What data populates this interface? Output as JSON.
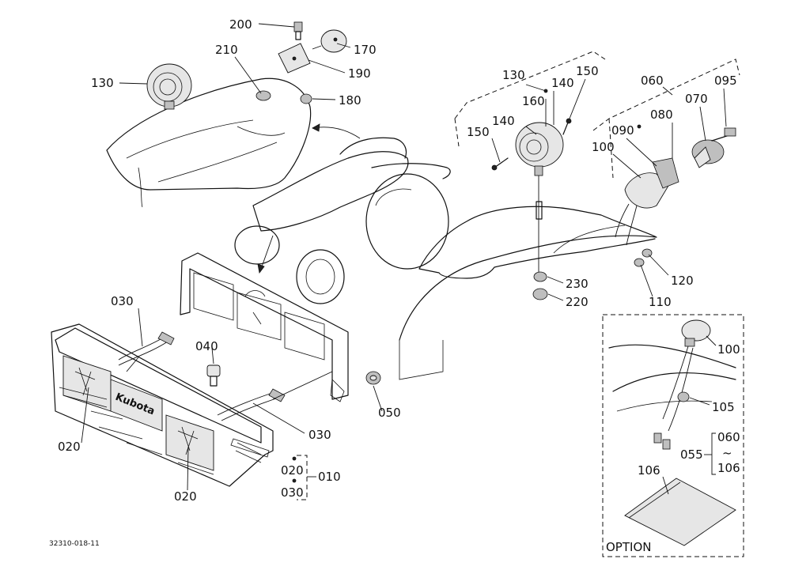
{
  "diagram": {
    "drawing_number": "32310-018-11",
    "option_label": "OPTION",
    "callouts": {
      "c200": "200",
      "c170": "170",
      "c210": "210",
      "c190": "190",
      "c130_left": "130",
      "c180": "180",
      "c130_right": "130",
      "c140_top": "140",
      "c150_top": "150",
      "c160": "160",
      "c140_left": "140",
      "c150_left": "150",
      "c060": "060",
      "c095": "095",
      "c070": "070",
      "c080": "080",
      "c090": "090",
      "c100": "100",
      "c120": "120",
      "c110": "110",
      "c230": "230",
      "c220": "220",
      "c030_top": "030",
      "c040": "040",
      "c050": "050",
      "c030_bottom": "030",
      "c020_left": "020",
      "c020_bottom": "020",
      "c020_group": "020",
      "c010": "010",
      "c030_group": "030",
      "c100_option": "100",
      "c105": "105",
      "c060_option": "060",
      "c055": "055",
      "c106_range": "106",
      "c106": "106"
    },
    "badge_text": "Kubota",
    "tilde": "~"
  }
}
